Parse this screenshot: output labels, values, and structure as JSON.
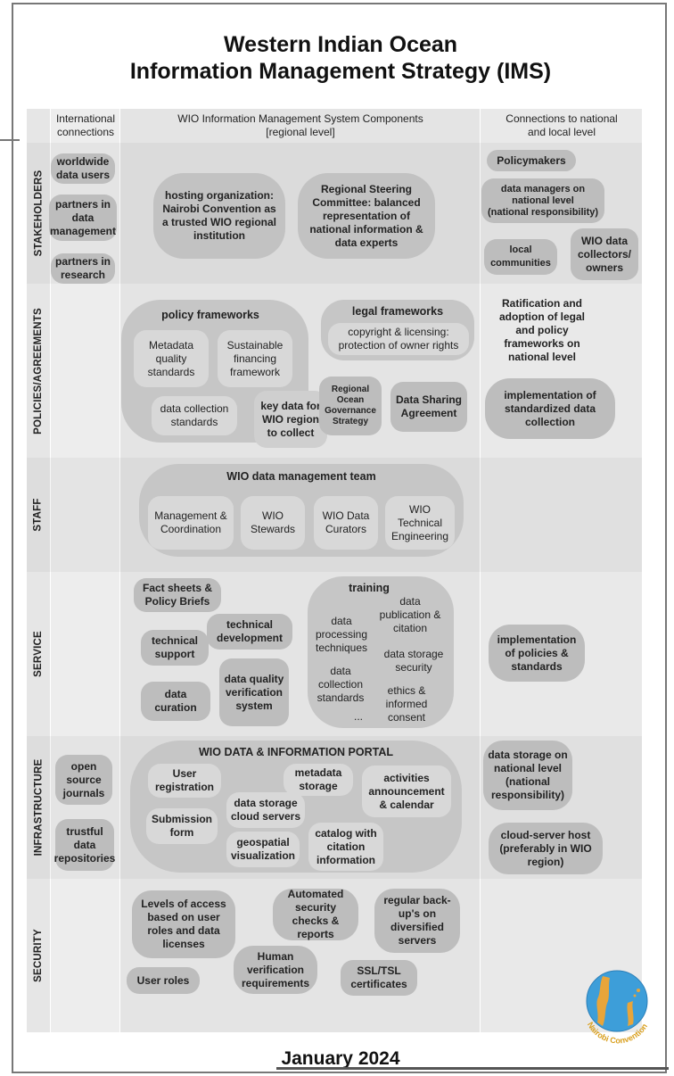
{
  "title_line1": "Western Indian Ocean",
  "title_line2": "Information Management Strategy (IMS)",
  "headers": {
    "international": "International connections",
    "components": "WIO Information Management System Components",
    "components_sub": "[regional level]",
    "connections": "Connections to national and local level"
  },
  "rows": {
    "stakeholders": "STAKEHOLDERS",
    "policies": "POLICIES/AGREEMENTS",
    "staff": "STAFF",
    "service": "SERVICE",
    "infrastructure": "INFRASTRUCTURE",
    "security": "SECURITY"
  },
  "stakeholders": {
    "intl": [
      "worldwide data users",
      "partners in data management",
      "partners in research"
    ],
    "hosting": "hosting organization: Nairobi Convention as a trusted WIO regional institution",
    "steering": "Regional Steering Committee: balanced representation of national information & data experts",
    "policymakers": "Policymakers",
    "data_managers": "data managers on national level",
    "data_managers_sub": "(national responsibility)",
    "local": "local communities",
    "collectors": "WIO data collectors/ owners"
  },
  "policies": {
    "policy_frameworks": "policy frameworks",
    "metadata": "Metadata quality standards",
    "financing": "Sustainable financing framework",
    "collection_std": "data collection standards",
    "key_data": "key data for WIO region to collect",
    "legal": "legal frameworks",
    "copyright": "copyright & licensing: protection of owner rights",
    "rogs": "Regional Ocean Governance Strategy",
    "sharing": "Data Sharing Agreement",
    "ratification": "Ratification and adoption of legal and policy frameworks on national level",
    "implementation": "implementation of standardized data collection"
  },
  "staff": {
    "team": "WIO data management team",
    "mgmt": "Management & Coordination",
    "stewards": "WIO Stewards",
    "curators": "WIO Data Curators",
    "engineering": "WIO Technical Engineering"
  },
  "service": {
    "factsheets": "Fact sheets & Policy Briefs",
    "tech_dev": "technical development",
    "tech_support": "technical support",
    "curation": "data curation",
    "dqv": "data quality verification system",
    "training": "training",
    "processing": "data processing techniques",
    "publication": "data publication & citation",
    "storage_sec": "data storage security",
    "collection": "data collection standards",
    "ethics": "ethics & informed consent",
    "ellipsis": "...",
    "impl_policies": "implementation of policies & standards"
  },
  "infrastructure": {
    "journals": "open source journals",
    "repos": "trustful data repositories",
    "portal": "WIO DATA & INFORMATION PORTAL",
    "registration": "User registration",
    "metadata_storage": "metadata storage",
    "activities": "activities announcement & calendar",
    "cloud": "data storage cloud servers",
    "submission": "Submission form",
    "geospatial": "geospatial visualization",
    "catalog": "catalog with citation information",
    "national_storage": "data storage on national level (national responsibility)",
    "cloud_host": "cloud-server host (preferably in WIO region)"
  },
  "security": {
    "levels": "Levels of access based on user roles and data licenses",
    "automated": "Automated security checks & reports",
    "backups": "regular back-up's on diversified servers",
    "user_roles": "User roles",
    "human": "Human verification requirements",
    "ssl": "SSL/TSL certificates"
  },
  "logo_text": "Nairobi Convention",
  "footer": "January 2024"
}
